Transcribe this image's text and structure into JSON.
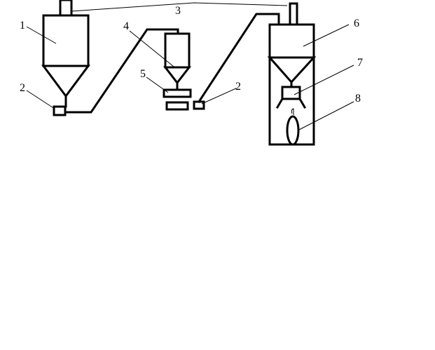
{
  "labels": {
    "l1": "1",
    "l2a": "2",
    "l2b": "2",
    "l3": "3",
    "l4": "4",
    "l5": "5",
    "l6": "6",
    "l7": "7",
    "l8": "8"
  }
}
